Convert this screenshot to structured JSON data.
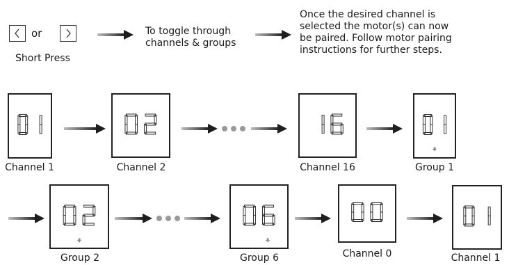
{
  "intro": {
    "or_label": "or",
    "short_press_label": "Short Press",
    "toggle_text": [
      "To toggle through",
      "channels & groups"
    ],
    "pairing_text": [
      "Once the desired channel is",
      "selected the motor(s) can now",
      "be paired. Follow motor pairing",
      "instructions for further steps."
    ]
  },
  "row1": {
    "displays": [
      "01",
      "02",
      "16",
      "01"
    ],
    "labels": [
      "Channel 1",
      "Channel 2",
      "Channel 16",
      "Group 1"
    ]
  },
  "row2": {
    "displays": [
      "02",
      "06",
      "00",
      "01"
    ],
    "labels": [
      "Group 2",
      "Group 6",
      "Channel 0",
      "Channel 1"
    ]
  },
  "colors": {
    "arrow_dark": "#222222",
    "arrow_light": "#9a9a9a",
    "dots": "#9a9a9a"
  }
}
